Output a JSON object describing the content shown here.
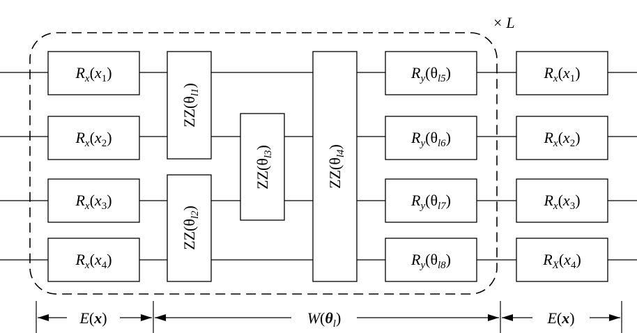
{
  "repeat_label": {
    "symbol": "×",
    "var": "L"
  },
  "encoding_gates": [
    {
      "base": "R",
      "axis": "x",
      "arg": "x",
      "idx": "1"
    },
    {
      "base": "R",
      "axis": "x",
      "arg": "x",
      "idx": "2"
    },
    {
      "base": "R",
      "axis": "x",
      "arg": "x",
      "idx": "3"
    },
    {
      "base": "R",
      "axis": "x",
      "arg": "x",
      "idx": "4"
    }
  ],
  "zz_gates": [
    {
      "base": "ZZ",
      "sub": "l1"
    },
    {
      "base": "ZZ",
      "sub": "l2"
    },
    {
      "base": "ZZ",
      "sub": "l3"
    },
    {
      "base": "ZZ",
      "sub": "l4"
    }
  ],
  "ry_gates": [
    {
      "base": "R",
      "axis": "y",
      "sub": "l5"
    },
    {
      "base": "R",
      "axis": "y",
      "sub": "l6"
    },
    {
      "base": "R",
      "axis": "y",
      "sub": "l7"
    },
    {
      "base": "R",
      "axis": "y",
      "sub": "l8"
    }
  ],
  "final_gates": [
    {
      "base": "R",
      "axis": "x",
      "arg": "x",
      "idx": "1"
    },
    {
      "base": "R",
      "axis": "x",
      "arg": "x",
      "idx": "2"
    },
    {
      "base": "R",
      "axis": "x",
      "arg": "x",
      "idx": "3"
    },
    {
      "base": "R",
      "axis": "X",
      "arg": "x",
      "idx": "4"
    }
  ],
  "brackets": [
    {
      "fn": "E",
      "arg": "x"
    },
    {
      "fn": "W",
      "arg": "θ",
      "sub": "l"
    },
    {
      "fn": "E",
      "arg": "x"
    }
  ]
}
